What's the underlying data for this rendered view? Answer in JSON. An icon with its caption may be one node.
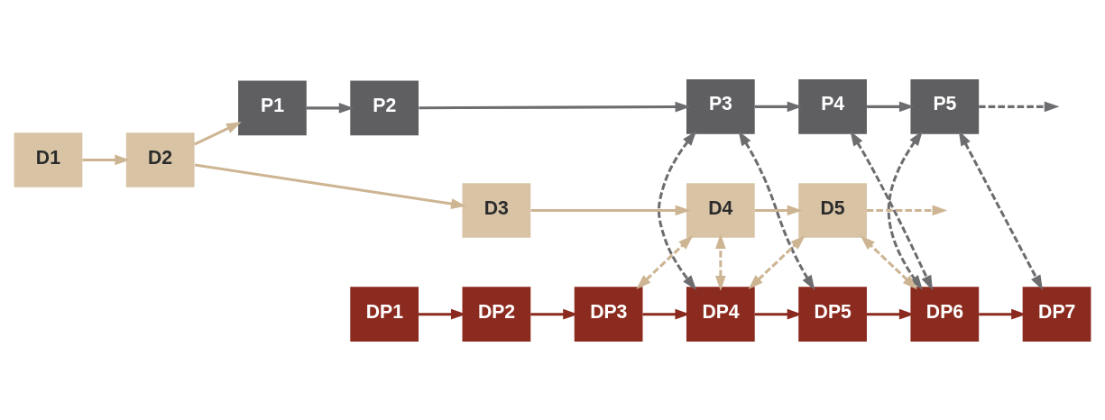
{
  "diagram": {
    "nodes": [
      {
        "text": [
          "D1"
        ]
      },
      {
        "text": [
          "D2"
        ]
      },
      {
        "text": [
          "P1"
        ]
      },
      {
        "text": [
          "P2"
        ]
      },
      {
        "text": [
          "P3"
        ]
      },
      {
        "text": [
          "P4"
        ]
      },
      {
        "text": [
          "P5"
        ]
      },
      {
        "text": [
          "DP1"
        ]
      },
      {
        "text": [
          "DP2"
        ]
      },
      {
        "text": [
          "DP3"
        ]
      },
      {
        "text": [
          "DP4"
        ]
      },
      {
        "text": [
          "DP5"
        ]
      },
      {
        "text": [
          "DP6"
        ]
      },
      {
        "text": [
          "DP7"
        ]
      },
      {
        "text": [
          "D3"
        ]
      },
      {
        "text": [
          "D4"
        ]
      },
      {
        "text": [
          "D5"
        ]
      }
    ],
    "edges": [
      {
        "from": 0,
        "to": 1,
        "arrow": "to"
      },
      {
        "from": 1,
        "to": 2,
        "arrow": "to"
      },
      {
        "from": 2,
        "to": 3,
        "arrow": "to",
        "color": "#6d6d70"
      },
      {
        "from": 3,
        "to": 4,
        "arrow": "to",
        "color": "#6d6d70"
      },
      {
        "from": 4,
        "to": 5,
        "arrow": "to",
        "color": "#6d6d70"
      },
      {
        "from": 5,
        "to": 6,
        "arrow": "to",
        "color": "#6d6d70"
      },
      {
        "from": 6,
        "to": null,
        "arrow": "to",
        "style": "dashed",
        "color": "#6d6d70"
      },
      {
        "from": 7,
        "to": 8,
        "arrow": "to",
        "color": "#8b2a1e"
      },
      {
        "from": 8,
        "to": 9,
        "arrow": "to",
        "color": "#8b2a1e"
      },
      {
        "from": 9,
        "to": 10,
        "arrow": "to",
        "color": "#8b2a1e"
      },
      {
        "from": 10,
        "to": 11,
        "arrow": "to",
        "color": "#8b2a1e"
      },
      {
        "from": 11,
        "to": 12,
        "arrow": "to",
        "color": "#8b2a1e"
      },
      {
        "from": 12,
        "to": 13,
        "arrow": "to",
        "color": "#8b2a1e"
      },
      {
        "from": 1,
        "to": 14,
        "arrow": "to"
      },
      {
        "from": 14,
        "to": 15,
        "arrow": "to"
      },
      {
        "from": 15,
        "to": 16,
        "arrow": "to"
      },
      {
        "from": 16,
        "to": null,
        "arrow": "to",
        "style": "dashed"
      },
      {
        "from": 4,
        "to": 10,
        "arrow": "both",
        "style": "dashed",
        "color": "#6d6d70"
      },
      {
        "from": 4,
        "to": 11,
        "arrow": "both",
        "style": "dashed",
        "color": "#6d6d70"
      },
      {
        "from": 5,
        "to": 12,
        "arrow": "both",
        "style": "dashed",
        "color": "#6d6d70"
      },
      {
        "from": 6,
        "to": 12,
        "arrow": "both",
        "style": "dashed",
        "color": "#6d6d70"
      },
      {
        "from": 6,
        "to": 13,
        "arrow": "both",
        "style": "dashed",
        "color": "#6d6d70"
      },
      {
        "from": 9,
        "to": 15,
        "arrow": "both",
        "style": "dashed"
      },
      {
        "from": 10,
        "to": 15,
        "arrow": "both",
        "style": "dashed"
      },
      {
        "from": 10,
        "to": 16,
        "arrow": "both",
        "style": "dashed"
      },
      {
        "from": 12,
        "to": 16,
        "arrow": "both",
        "style": "dashed"
      }
    ]
  }
}
